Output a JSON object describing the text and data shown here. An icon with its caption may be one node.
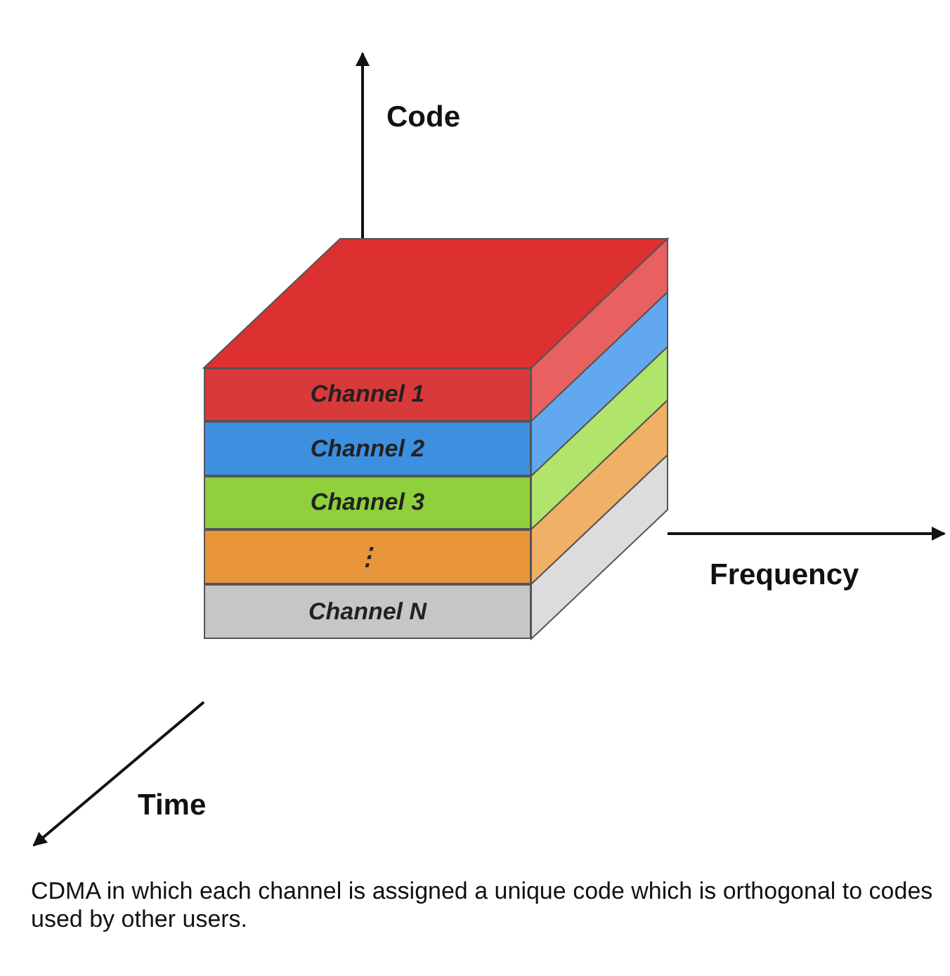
{
  "diagram": {
    "caption": "CDMA in which each channel is assigned a unique code which is orthogonal to codes used by other users.",
    "nodes": [
      {
        "text": [
          "Channel 1"
        ]
      },
      {
        "text": [
          "Channel 2"
        ]
      },
      {
        "text": [
          "Channel 3"
        ]
      },
      {
        "text": [
          "⋮"
        ]
      },
      {
        "text": [
          "Channel N"
        ]
      }
    ],
    "labels": [
      "Code",
      "Frequency",
      "Time"
    ]
  }
}
